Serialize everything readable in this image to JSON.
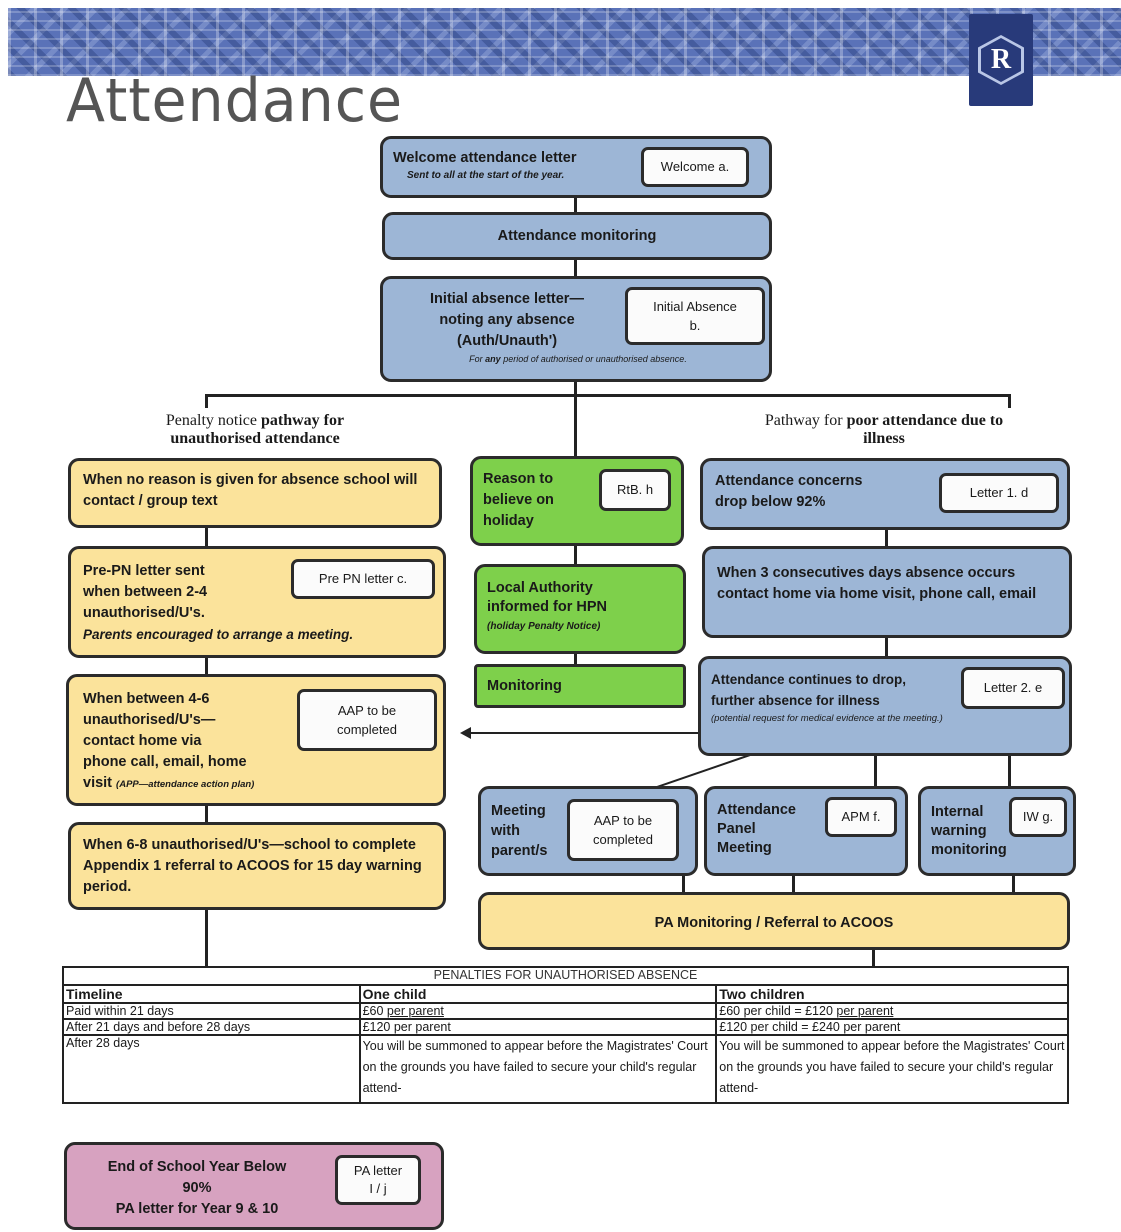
{
  "header": {
    "title": "Attendance",
    "logo_letter": "R"
  },
  "flow": {
    "welcome": {
      "title": "Welcome attendance letter",
      "sub": "Sent to all at the start of the year.",
      "tag": "Welcome a."
    },
    "monitoring": {
      "title": "Attendance monitoring"
    },
    "initial": {
      "line1": "Initial absence letter—",
      "line2": "noting any absence",
      "line3": "(Auth/Unauth')",
      "sub_prefix": "For ",
      "sub_emph": "any",
      "sub_rest": " period of authorised or unauthorised absence.",
      "tag_line1": "Initial Absence",
      "tag_line2": "b."
    },
    "left_heading": {
      "normal": "Penalty notice ",
      "bold1": "pathway for",
      "bold2": "unauthorised attendance"
    },
    "right_heading": {
      "normal": "Pathway for ",
      "bold1": "poor attendance due to",
      "bold2": "illness"
    },
    "left": [
      {
        "text": "When no reason is given for absence school will contact / group text"
      },
      {
        "line1": "Pre-PN letter sent",
        "line2": "when between 2-4",
        "line3": "unauthorised/U's.",
        "italic": "Parents encouraged to arrange a meeting.",
        "tag": "Pre PN letter c."
      },
      {
        "line1": "When between 4-6",
        "line2": "unauthorised/U's—",
        "line3": "contact home via",
        "line4": "phone call, email, home",
        "line5": "visit",
        "sub": "(APP—attendance action plan)",
        "tag_line1": "AAP to be",
        "tag_line2": "completed"
      },
      {
        "text": "When 6-8 unauthorised/U's—school to complete Appendix 1 referral to ACOOS for 15 day warning period."
      }
    ],
    "middle": [
      {
        "line1": "Reason to",
        "line2": "believe on",
        "line3": "holiday",
        "tag": "RtB. h"
      },
      {
        "line1": "Local Authority",
        "line2": "informed for HPN",
        "sub": "(holiday Penalty Notice)"
      },
      {
        "text": "Monitoring"
      }
    ],
    "right": [
      {
        "line1": "Attendance concerns",
        "line2": "drop below 92%",
        "tag": "Letter 1. d"
      },
      {
        "text": "When 3 consecutives days absence occurs contact home via  home visit, phone call, email"
      },
      {
        "line1": "Attendance continues to drop,",
        "line2": "further absence for illness",
        "sub": "(potential request for medical evidence at the meeting.)",
        "tag": "Letter 2. e"
      }
    ],
    "bottom": [
      {
        "line1": "Meeting",
        "line2": "with",
        "line3": "parent/s",
        "tag_line1": "AAP to be",
        "tag_line2": "completed"
      },
      {
        "line1": "Attendance",
        "line2": "Panel",
        "line3": "Meeting",
        "tag": "APM f."
      },
      {
        "line1": "Internal",
        "line2": "warning",
        "line3": "monitoring",
        "tag": "IW g."
      }
    ],
    "pa_monitoring": {
      "text": "PA Monitoring / Referral to ACOOS"
    },
    "end_year": {
      "line1": "End of School Year Below",
      "line2": "90%",
      "line3": "PA letter for Year 9 & 10",
      "tag_line1": "PA letter",
      "tag_line2": "I / j"
    }
  },
  "penalties": {
    "title": "PENALTIES FOR UNAUTHORISED ABSENCE",
    "headers": [
      "Timeline",
      "One child",
      "Two children"
    ],
    "rows": [
      {
        "timeline": "Paid within 21 days",
        "one_a": "£60 ",
        "one_b": "per parent",
        "two_a": "£60 per child = £120 ",
        "two_b": "per parent"
      },
      {
        "timeline": "After 21 days and before 28 days",
        "one_a": "£120 per parent",
        "one_b": "",
        "two_a": "£120 per child = £240 per parent",
        "two_b": ""
      },
      {
        "timeline": "After 28 days",
        "one_a": "You will be summoned to appear before the Magistrates' Court on the grounds you have failed to secure your child's regular attend-",
        "one_b": "",
        "two_a": "You will be summoned to appear before the Magistrates' Court on the grounds you have failed to secure your child's regular attend-",
        "two_b": ""
      }
    ]
  }
}
